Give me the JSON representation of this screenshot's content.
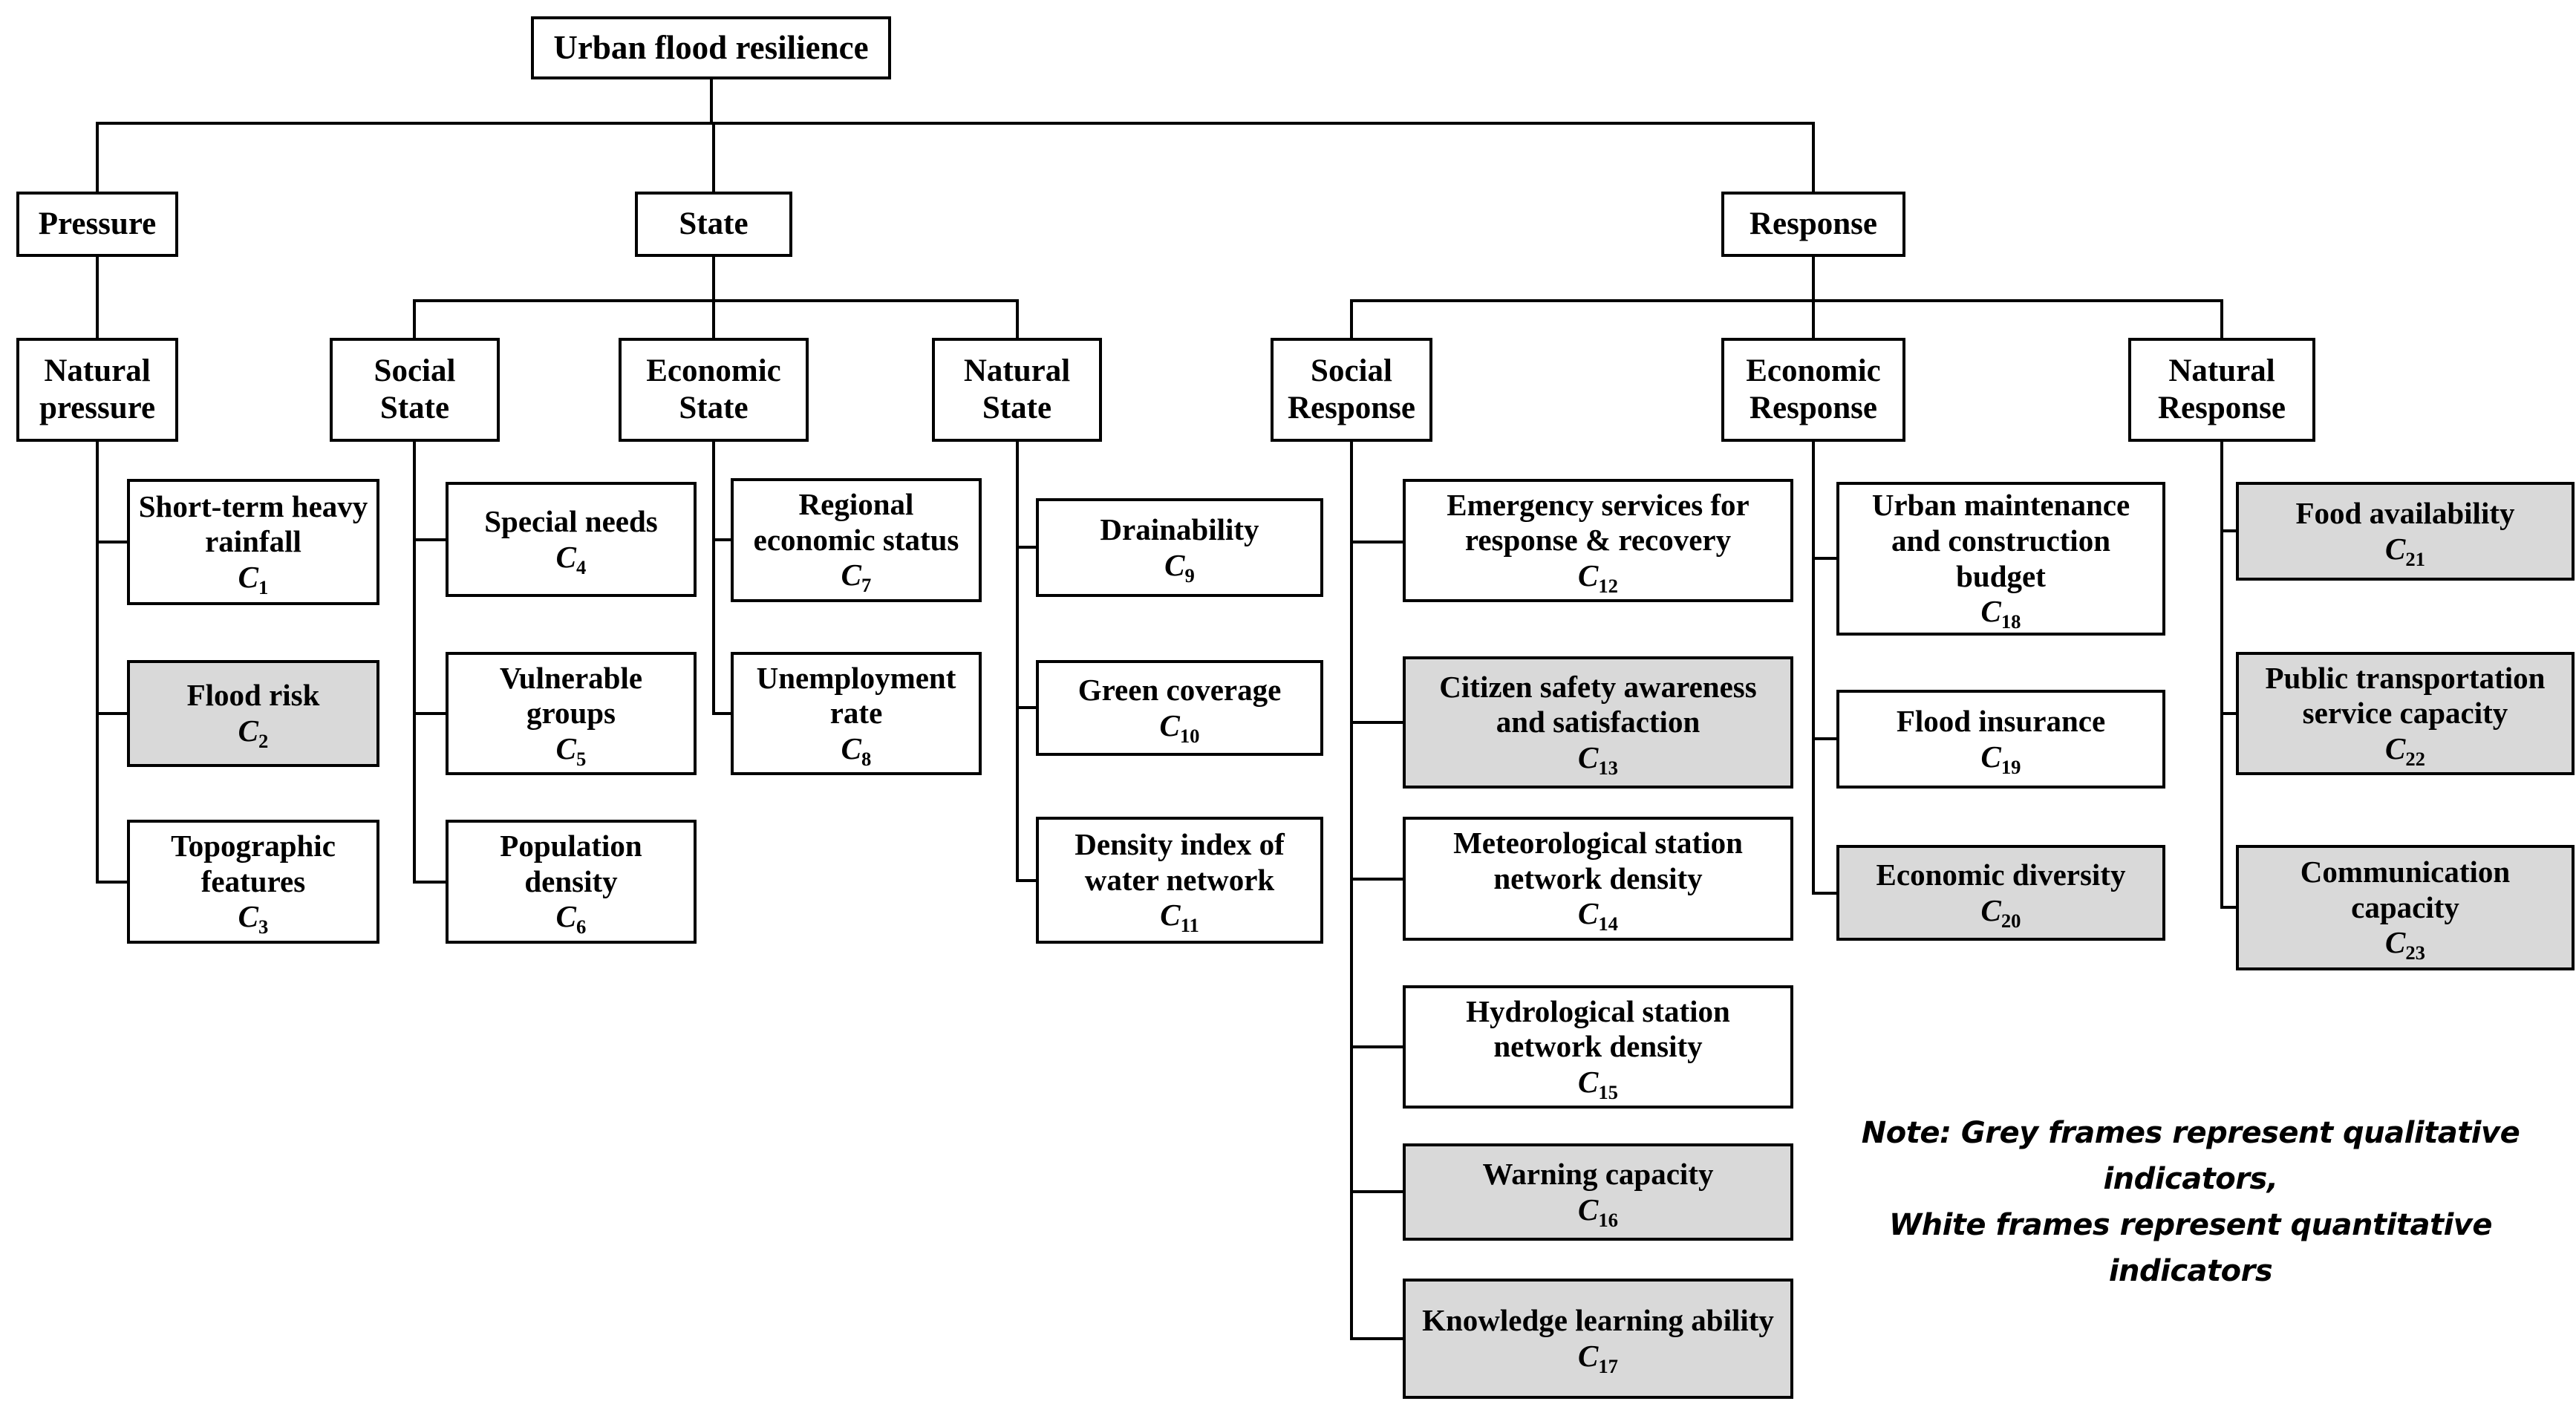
{
  "diagram": {
    "title": "Urban flood resilience",
    "level1": {
      "pressure": "Pressure",
      "state": "State",
      "response": "Response"
    },
    "level2": {
      "natural_pressure": "Natural pressure",
      "social_state": "Social State",
      "economic_state": "Economic State",
      "natural_state": "Natural State",
      "social_response": "Social Response",
      "economic_response": "Economic Response",
      "natural_response": "Natural Response"
    },
    "hierarchy": {
      "pressure": [
        "natural_pressure"
      ],
      "state": [
        "social_state",
        "economic_state",
        "natural_state"
      ],
      "response": [
        "social_response",
        "economic_response",
        "natural_response"
      ],
      "natural_pressure": [
        "c1",
        "c2",
        "c3"
      ],
      "social_state": [
        "c4",
        "c5",
        "c6"
      ],
      "economic_state": [
        "c7",
        "c8"
      ],
      "natural_state": [
        "c9",
        "c10",
        "c11"
      ],
      "social_response": [
        "c12",
        "c13",
        "c14",
        "c15",
        "c16",
        "c17"
      ],
      "economic_response": [
        "c18",
        "c19",
        "c20"
      ],
      "natural_response": [
        "c21",
        "c22",
        "c23"
      ]
    },
    "indicators": {
      "c1": {
        "label": "Short-term heavy rainfall",
        "code": "C",
        "sub": "1",
        "type": "quantitative"
      },
      "c2": {
        "label": "Flood risk",
        "code": "C",
        "sub": "2",
        "type": "qualitative"
      },
      "c3": {
        "label": "Topographic features",
        "code": "C",
        "sub": "3",
        "type": "quantitative"
      },
      "c4": {
        "label": "Special needs",
        "code": "C",
        "sub": "4",
        "type": "quantitative"
      },
      "c5": {
        "label": "Vulnerable groups",
        "code": "C",
        "sub": "5",
        "type": "quantitative"
      },
      "c6": {
        "label": "Population density",
        "code": "C",
        "sub": "6",
        "type": "quantitative"
      },
      "c7": {
        "label": "Regional economic status",
        "code": "C",
        "sub": "7",
        "type": "quantitative"
      },
      "c8": {
        "label": "Unemployment rate",
        "code": "C",
        "sub": "8",
        "type": "quantitative"
      },
      "c9": {
        "label": "Drainability",
        "code": "C",
        "sub": "9",
        "type": "quantitative"
      },
      "c10": {
        "label": "Green coverage",
        "code": "C",
        "sub": "10",
        "type": "quantitative"
      },
      "c11": {
        "label": "Density index of water network",
        "code": "C",
        "sub": "11",
        "type": "quantitative"
      },
      "c12": {
        "label": "Emergency services for response & recovery",
        "code": "C",
        "sub": "12",
        "type": "quantitative"
      },
      "c13": {
        "label": "Citizen safety awareness and satisfaction",
        "code": "C",
        "sub": "13",
        "type": "qualitative"
      },
      "c14": {
        "label": "Meteorological station network density",
        "code": "C",
        "sub": "14",
        "type": "quantitative"
      },
      "c15": {
        "label": "Hydrological station network density",
        "code": "C",
        "sub": "15",
        "type": "quantitative"
      },
      "c16": {
        "label": "Warning capacity",
        "code": "C",
        "sub": "16",
        "type": "qualitative"
      },
      "c17": {
        "label": "Knowledge learning ability",
        "code": "C",
        "sub": "17",
        "type": "qualitative"
      },
      "c18": {
        "label": "Urban maintenance and construction budget",
        "code": "C",
        "sub": "18",
        "type": "quantitative"
      },
      "c19": {
        "label": "Flood insurance",
        "code": "C",
        "sub": "19",
        "type": "quantitative"
      },
      "c20": {
        "label": "Economic diversity",
        "code": "C",
        "sub": "20",
        "type": "qualitative"
      },
      "c21": {
        "label": "Food availability",
        "code": "C",
        "sub": "21",
        "type": "qualitative"
      },
      "c22": {
        "label": "Public transportation service capacity",
        "code": "C",
        "sub": "22",
        "type": "qualitative"
      },
      "c23": {
        "label": "Communication capacity",
        "code": "C",
        "sub": "23",
        "type": "qualitative"
      }
    },
    "note_line1": "Note: Grey frames represent qualitative indicators,",
    "note_line2": "White frames represent  quantitative indicators",
    "colors": {
      "qualitative_fill": "#d9d9d9",
      "quantitative_fill": "#ffffff",
      "line": "#000000"
    }
  }
}
